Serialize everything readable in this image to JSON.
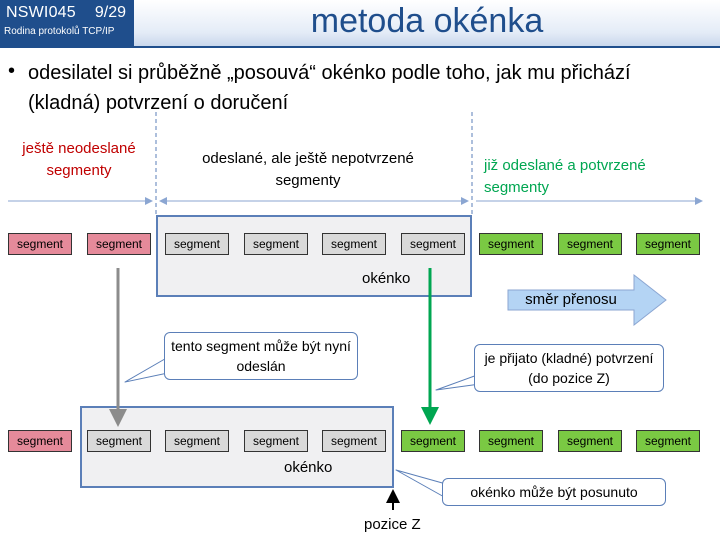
{
  "header": {
    "course_code": "NSWI045",
    "slide_number": "9/29",
    "course_name": "Rodina protokolů TCP/IP",
    "title": "metoda okénka"
  },
  "bullet": "odesilatel si průběžně „posouvá“ okénko podle toho, jak mu přichází (kladná) potvrzení o doručení",
  "zones": {
    "unsent": "ještě neodeslané segmenty",
    "sent_unack": "odeslané, ale ještě nepotvrzené segmenty",
    "acked": "již odeslané a potvrzené segmenty"
  },
  "segment_label": "segment",
  "row_top": [
    "red",
    "red",
    "gray",
    "gray",
    "gray",
    "gray",
    "green",
    "green",
    "green"
  ],
  "row_bottom": [
    "red",
    "gray",
    "gray",
    "gray",
    "gray",
    "green",
    "green",
    "green",
    "green"
  ],
  "window_label": "okénko",
  "direction_label": "směr přenosu",
  "callouts": {
    "can_send": "tento segment může být nyní odeslán",
    "ack_received": "je přijato (kladné) potvrzení (do pozice Z)",
    "can_shift": "okénko může být posunuto"
  },
  "position_label": "pozice Z",
  "colors": {
    "brand": "#1f4e8c",
    "unsent": "#c00000",
    "acked": "#00a651",
    "segment_red": "#e58a9a",
    "segment_gray": "#d9d9d9",
    "segment_green": "#7ac943",
    "window_border": "#5b7fb8",
    "direction_arrow": "#b4d4f4"
  }
}
